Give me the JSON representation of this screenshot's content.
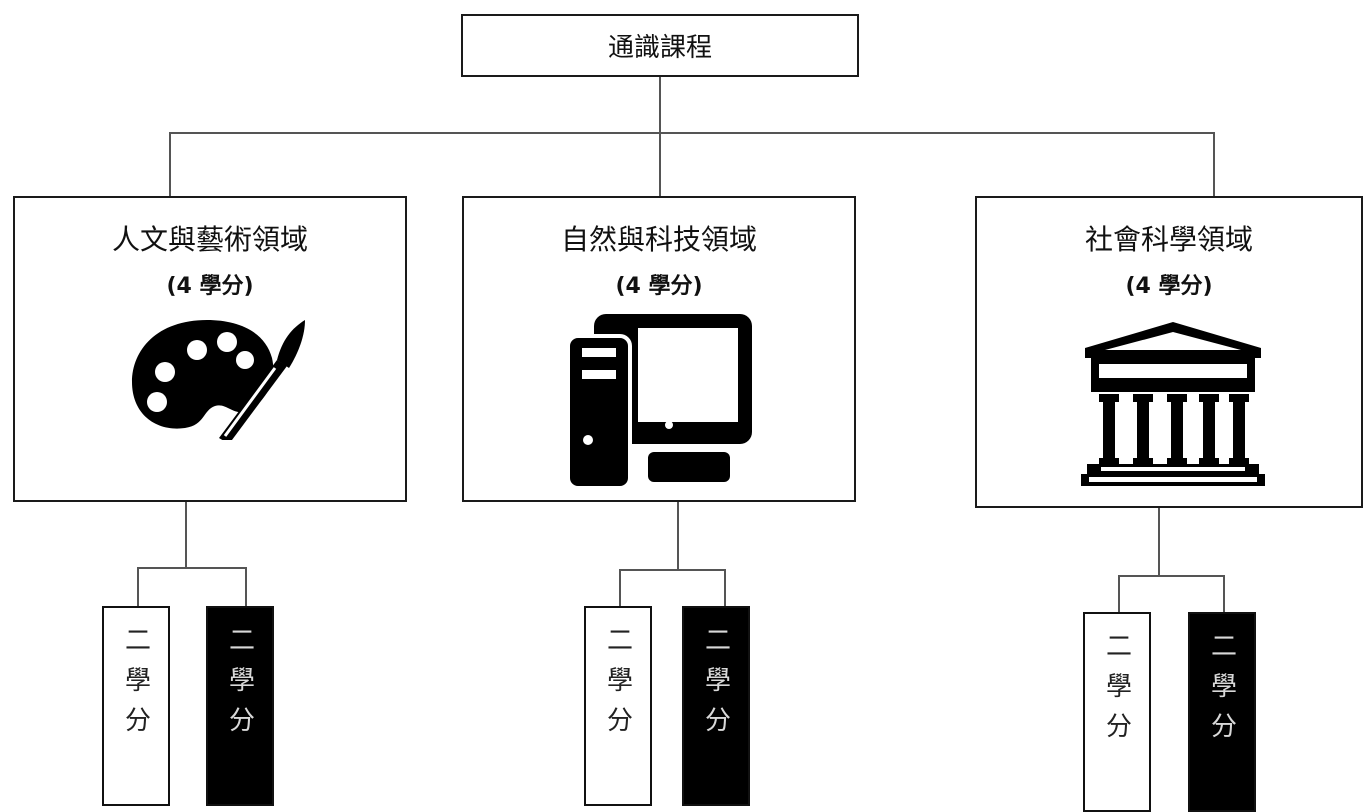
{
  "root": {
    "label": "通識課程"
  },
  "domains": [
    {
      "title": "人文與藝術領域",
      "credits": "(4 學分)",
      "icon": "palette-icon",
      "tiles": [
        {
          "label": "二學分",
          "style": "light"
        },
        {
          "label": "二學分",
          "style": "dark"
        }
      ]
    },
    {
      "title": "自然與科技領域",
      "credits": "(4 學分)",
      "icon": "computer-icon",
      "tiles": [
        {
          "label": "二學分",
          "style": "light"
        },
        {
          "label": "二學分",
          "style": "dark"
        }
      ]
    },
    {
      "title": "社會科學領域",
      "credits": "(4 學分)",
      "icon": "temple-icon",
      "tiles": [
        {
          "label": "二學分",
          "style": "light"
        },
        {
          "label": "二學分",
          "style": "dark"
        }
      ]
    }
  ],
  "colors": {
    "line": "#555555",
    "border": "#1a1a1a",
    "dark_tile": "#000000",
    "dark_tile_text": "#d8d8d8"
  }
}
